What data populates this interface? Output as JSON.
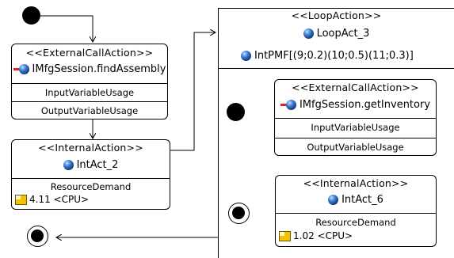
{
  "nodes": {
    "ext1": {
      "stereotype": "<<ExternalCallAction>>",
      "name": "IMfgSession.findAssembly",
      "input": "InputVariableUsage",
      "output": "OutputVariableUsage"
    },
    "int1": {
      "stereotype": "<<InternalAction>>",
      "name": "IntAct_2",
      "demand_label": "ResourceDemand",
      "demand_value": "4.11 <CPU>"
    },
    "loop": {
      "stereotype": "<<LoopAction>>",
      "name": "LoopAct_3",
      "iterations": "IntPMF[(9;0.2)(10;0.5)(11;0.3)]"
    },
    "ext2": {
      "stereotype": "<<ExternalCallAction>>",
      "name": "IMfgSession.getInventory",
      "input": "InputVariableUsage",
      "output": "OutputVariableUsage"
    },
    "int2": {
      "stereotype": "<<InternalAction>>",
      "name": "IntAct_6",
      "demand_label": "ResourceDemand",
      "demand_value": "1.02 <CPU>"
    }
  },
  "icons": {
    "external_call": "external-call-icon",
    "internal_action": "sphere-icon",
    "resource_demand": "resource-demand-icon"
  }
}
